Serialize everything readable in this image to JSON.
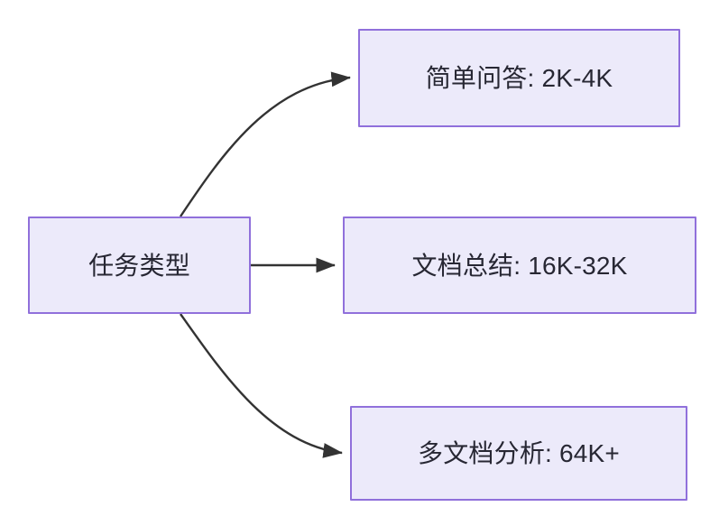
{
  "diagram": {
    "type": "flowchart",
    "orientation": "left-to-right",
    "background_color": "#ffffff",
    "node_fill_color": "#ECEAFA",
    "node_border_color": "#9070DB",
    "node_text_color": "#272733",
    "edge_color": "#333333",
    "source_node": {
      "id": "task-type",
      "label": "任务类型"
    },
    "target_nodes": [
      {
        "id": "simple-qa",
        "label": "简单问答: 2K-4K",
        "category": "简单问答",
        "value": "2K-4K"
      },
      {
        "id": "doc-summary",
        "label": "文档总结: 16K-32K",
        "category": "文档总结",
        "value": "16K-32K"
      },
      {
        "id": "multi-doc-analysis",
        "label": "多文档分析: 64K+",
        "category": "多文档分析",
        "value": "64K+"
      }
    ],
    "edges": [
      {
        "id": "edge-0",
        "from": "任务类型",
        "to": "简单问答: 2K-4K",
        "style": "curved-arrow"
      },
      {
        "id": "edge-1",
        "from": "任务类型",
        "to": "文档总结: 16K-32K",
        "style": "straight-arrow"
      },
      {
        "id": "edge-2",
        "from": "任务类型",
        "to": "多文档分析: 64K+",
        "style": "curved-arrow"
      }
    ]
  }
}
